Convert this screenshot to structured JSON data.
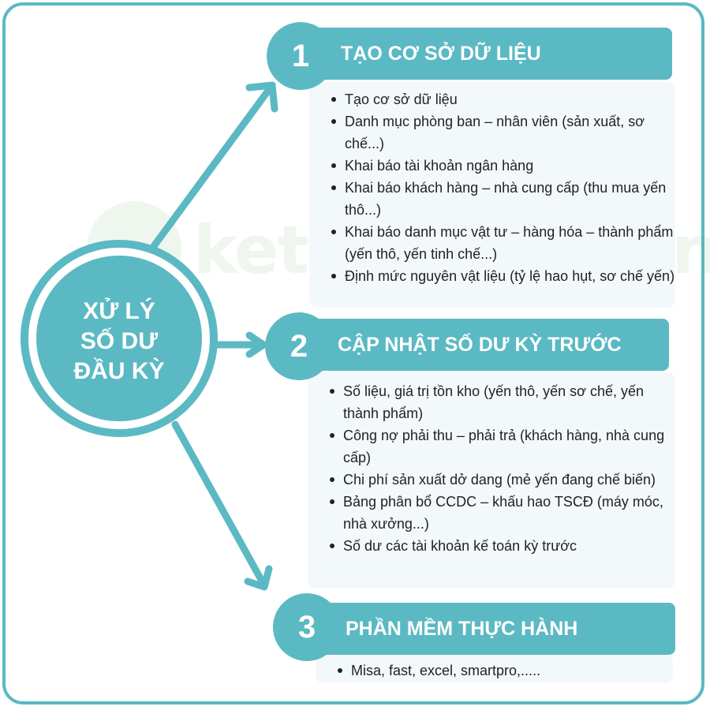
{
  "center": {
    "title": "XỬ LÝ\nSỐ DƯ\nĐẦU KỲ"
  },
  "sections": [
    {
      "number": "1",
      "title": "TẠO CƠ SỞ DỮ LIỆU",
      "items": [
        "Tạo cơ sở dữ liệu",
        "Danh mục phòng ban – nhân viên (sản xuất, sơ chế...)",
        "Khai báo tài khoản ngân hàng",
        "Khai báo khách hàng – nhà cung cấp (thu mua yến thô...)",
        "Khai báo danh mục vật tư – hàng hóa – thành phẩm (yến thô, yến tinh chế...)",
        "Định mức nguyên vật liệu (tỷ lệ hao hụt, sơ chế yến)"
      ]
    },
    {
      "number": "2",
      "title": "CẬP NHẬT SỐ DƯ KỲ TRƯỚC",
      "items": [
        "Số liệu, giá trị tồn kho (yến thô, yến sơ chế, yến thành phẩm)",
        "Công nợ phải thu – phải trả (khách hàng, nhà cung cấp)",
        "Chi phí sản xuất dở dang (mẻ yến đang chế biến)",
        "Bảng phân bổ CCDC – khấu hao TSCĐ (máy móc, nhà xưởng...)",
        "Số dư các tài khoản kế toán kỳ trước"
      ]
    },
    {
      "number": "3",
      "title": "PHẦN MỀM THỰC HÀNH",
      "items": [
        "Misa, fast, excel, smartpro,....."
      ]
    }
  ],
  "watermark": {
    "text": "ketoanthienung",
    "color": "#3a9a3a"
  },
  "colors": {
    "accent": "#5bb9c3",
    "panel": "#f3f8fb",
    "text": "#222222"
  }
}
